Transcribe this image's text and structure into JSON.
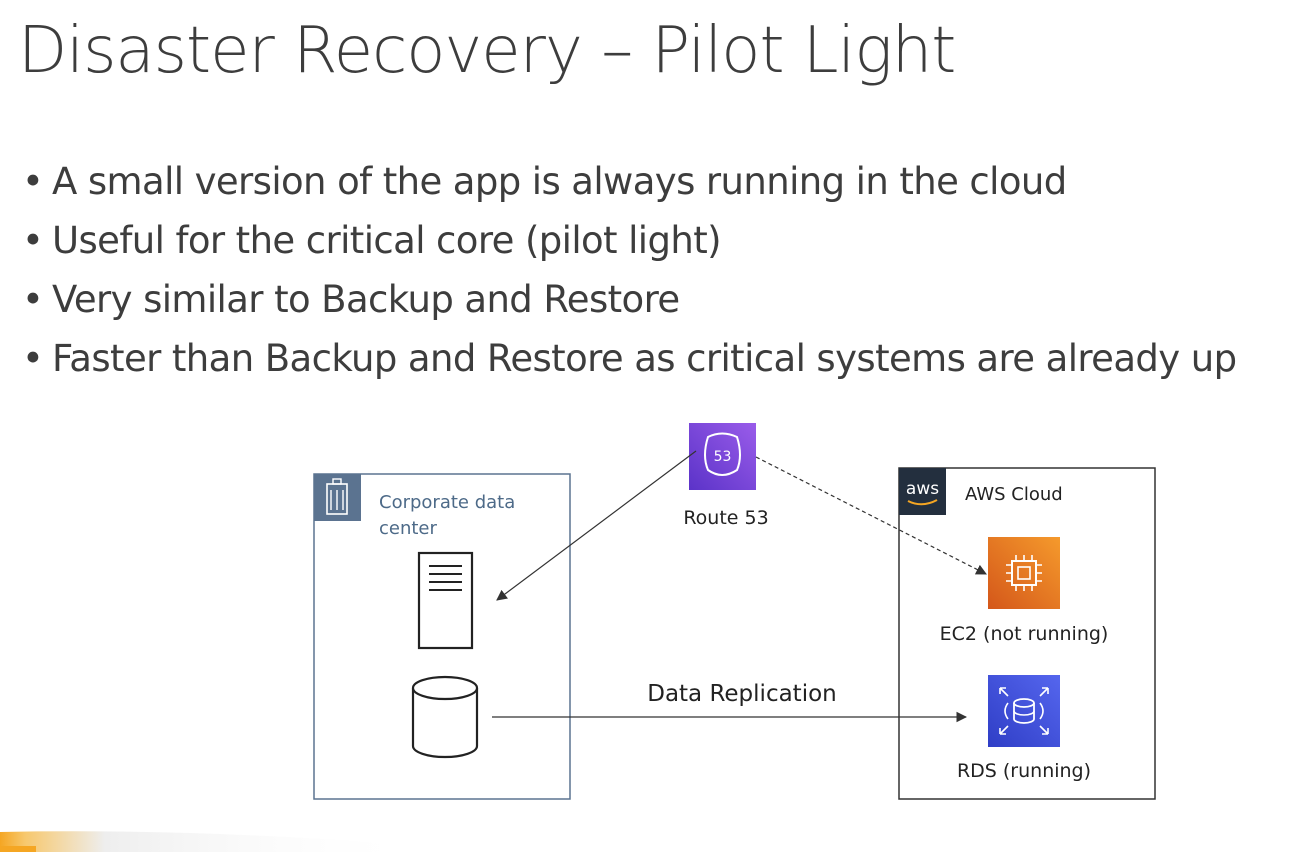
{
  "slide": {
    "title": "Disaster Recovery – Pilot Light",
    "bullets": [
      "A small version of the app is always running in the cloud",
      "Useful for the critical core (pilot light)",
      "Very similar to Backup and Restore",
      "Faster than Backup and Restore as critical systems are already up"
    ]
  },
  "diagram": {
    "corporate_label_line1": "Corporate data",
    "corporate_label_line2": "center",
    "route53_label": "Route 53",
    "route53_badge": "53",
    "aws_logo_text": "aws",
    "aws_cloud_label": "AWS Cloud",
    "ec2_label": "EC2 (not running)",
    "rds_label": "RDS (running)",
    "replication_label": "Data Replication"
  },
  "colors": {
    "text": "#3d3d3d",
    "route53_purple": "#7b4bd6",
    "ec2_orange": "#e8731b",
    "rds_blue": "#3b48cc",
    "corporate_border": "#5b7390",
    "aws_dark": "#232f3e",
    "footer_orange": "#f5a623"
  }
}
